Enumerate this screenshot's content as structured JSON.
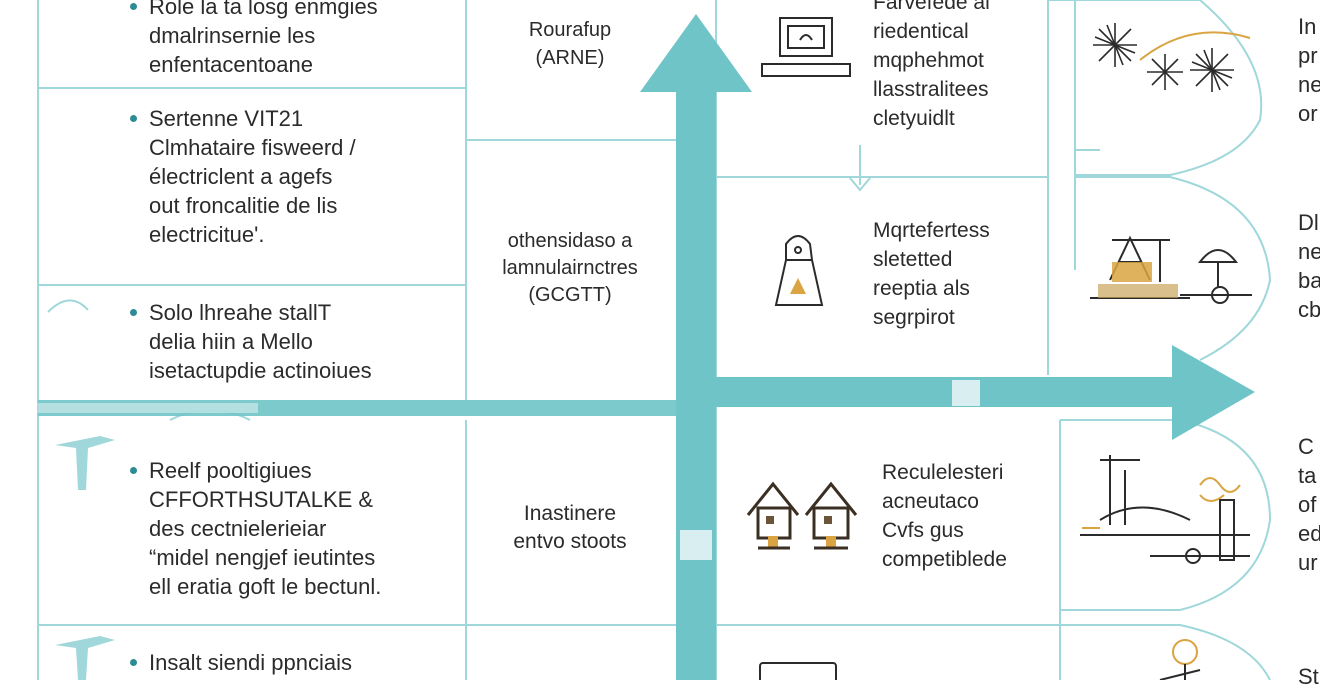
{
  "colors": {
    "teal": "#6fc4c8",
    "line": "#9fd7da",
    "dark": "#2b2b2b",
    "accent": "#d9a441",
    "brown": "#6b5536"
  },
  "left_column": [
    {
      "lines": "Role la ta losg enmgies\ndmalrinsernie les\nenfentacentoane"
    },
    {
      "lines": "Sertenne VIT21\nClmhataire fisweerd /\nélectriclent a agefs\nout froncalitie de lis\nelectricitue'."
    },
    {
      "lines": "Solo lhreahe stallT\ndelia hiin a Mello\nisetactupdie actinoiues"
    },
    {
      "lines": "Reelf pooltigiues\nCFFORTHSUTALKE &\ndes cectnielerieiar\n“midel nengjef ieutintes\nell eratia goft le bectunl."
    },
    {
      "lines": "Insalt siendi ppnciais"
    }
  ],
  "middle_column": [
    {
      "lines": "Rourafup\n(ARNE)"
    },
    {
      "lines": "othensidaso a\nlamnulairnctres\n(GCGTT)"
    },
    {
      "lines": "Inastinere\nentvo stoots"
    }
  ],
  "right_labels": [
    {
      "lines": "Farvefede al\nriedentical\nmqphehmot\nllasstralitees\ncletyuidlt"
    },
    {
      "lines": "Mqrtefertess\nsletetted\nreeptia als\nsegrpirot"
    },
    {
      "lines": "Reculelesteri\nacneutaco\nCvfs gus\ncompetiblede"
    }
  ],
  "edge_text": [
    {
      "lines": "In\npr\nne\nor"
    },
    {
      "lines": "Dl\nne\nba\ncb"
    },
    {
      "lines": "C\nta\nof\ned\nur"
    },
    {
      "lines": "St"
    }
  ],
  "icons": [
    "laptop-icon",
    "lantern-icon",
    "houses-icon",
    "fireworks-icon",
    "power-plant-icon",
    "industrial-machine-icon",
    "lightbulb-icon",
    "tree-icon"
  ]
}
